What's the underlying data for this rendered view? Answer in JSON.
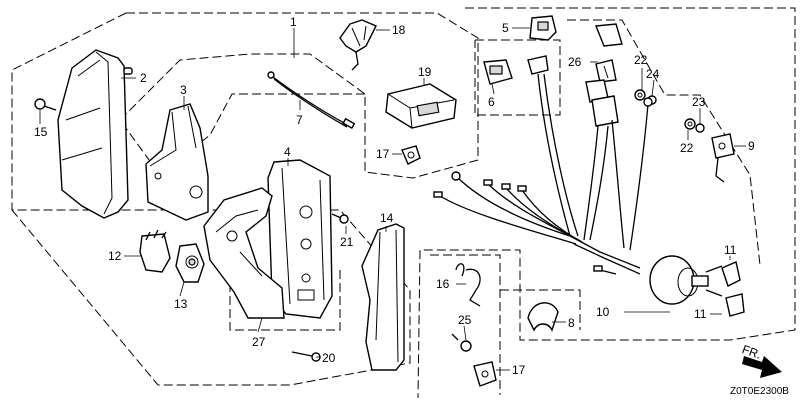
{
  "diagram": {
    "diagram_code": "Z0T0E2300B",
    "direction_label": "FR.",
    "callouts": [
      {
        "id": "c1",
        "text": "1"
      },
      {
        "id": "c2",
        "text": "2"
      },
      {
        "id": "c3",
        "text": "3"
      },
      {
        "id": "c4",
        "text": "4"
      },
      {
        "id": "c5",
        "text": "5"
      },
      {
        "id": "c6",
        "text": "6"
      },
      {
        "id": "c7",
        "text": "7"
      },
      {
        "id": "c8",
        "text": "8"
      },
      {
        "id": "c9",
        "text": "9"
      },
      {
        "id": "c10",
        "text": "10"
      },
      {
        "id": "c11a",
        "text": "11"
      },
      {
        "id": "c11b",
        "text": "11"
      },
      {
        "id": "c12",
        "text": "12"
      },
      {
        "id": "c13",
        "text": "13"
      },
      {
        "id": "c14",
        "text": "14"
      },
      {
        "id": "c15",
        "text": "15"
      },
      {
        "id": "c16",
        "text": "16"
      },
      {
        "id": "c17a",
        "text": "17"
      },
      {
        "id": "c17b",
        "text": "17"
      },
      {
        "id": "c18",
        "text": "18"
      },
      {
        "id": "c19",
        "text": "19"
      },
      {
        "id": "c20",
        "text": "20"
      },
      {
        "id": "c21",
        "text": "21"
      },
      {
        "id": "c22a",
        "text": "22"
      },
      {
        "id": "c22b",
        "text": "22"
      },
      {
        "id": "c23",
        "text": "23"
      },
      {
        "id": "c24",
        "text": "24"
      },
      {
        "id": "c25",
        "text": "25"
      },
      {
        "id": "c26",
        "text": "26"
      },
      {
        "id": "c27",
        "text": "27"
      }
    ]
  }
}
